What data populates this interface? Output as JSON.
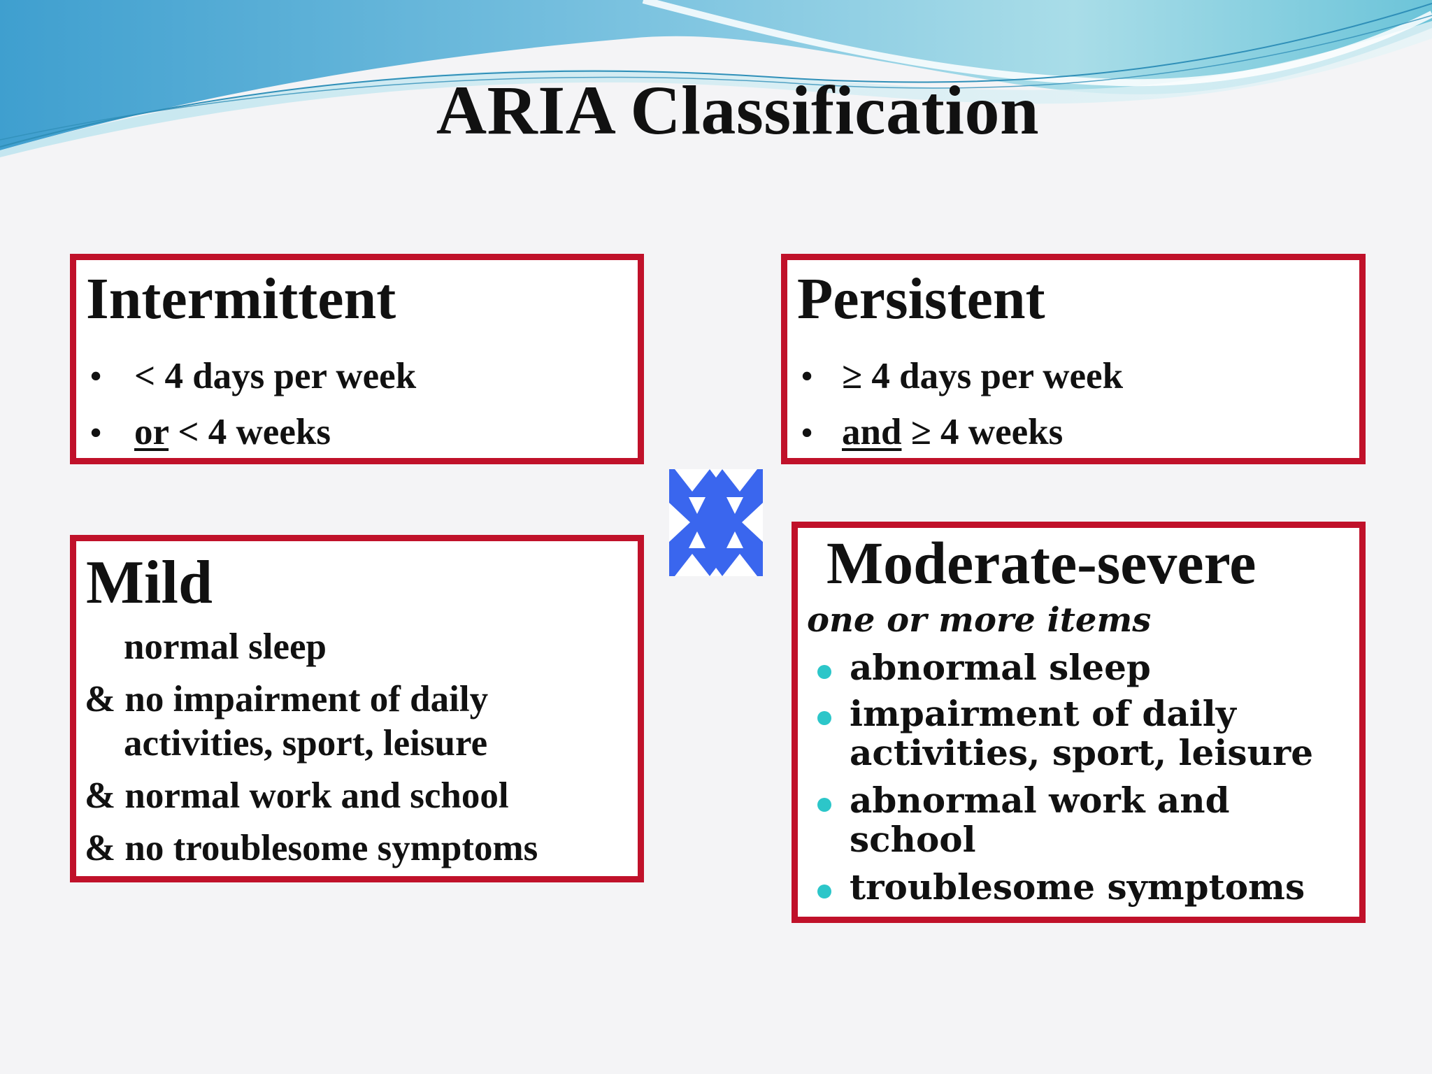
{
  "title": "ARIA Classification",
  "colors": {
    "box_border": "#c0112a",
    "bullet_teal": "#2cc6c9",
    "cross_blue": "#3a66ee",
    "wave_blue": "#5fb4d8"
  },
  "intermittent": {
    "heading": "Intermittent",
    "bullet": "•",
    "item1": "< 4 days per week",
    "item2_conj": "or",
    "item2_rest": " < 4 weeks"
  },
  "persistent": {
    "heading": "Persistent",
    "bullet": "•",
    "item1_sym": "≥",
    "item1_rest": " 4 days per week",
    "item2_conj": "and",
    "item2_sym": " ≥",
    "item2_rest": " 4 weeks"
  },
  "mild": {
    "heading": "Mild",
    "line1": "normal sleep",
    "line2": "& no impairment of daily",
    "line3": "activities, sport, leisure",
    "line4": "& normal work and school",
    "line5": "& no troublesome symptoms"
  },
  "moderate": {
    "heading": "Moderate-severe",
    "subtitle": "one or more items",
    "item1": "abnormal sleep",
    "item2a": "impairment of daily",
    "item2b": "activities, sport, leisure",
    "item3a": "abnormal work and",
    "item3b": "school",
    "item4": "troublesome symptoms"
  },
  "icons": {
    "cross": "cross-combine-icon"
  }
}
